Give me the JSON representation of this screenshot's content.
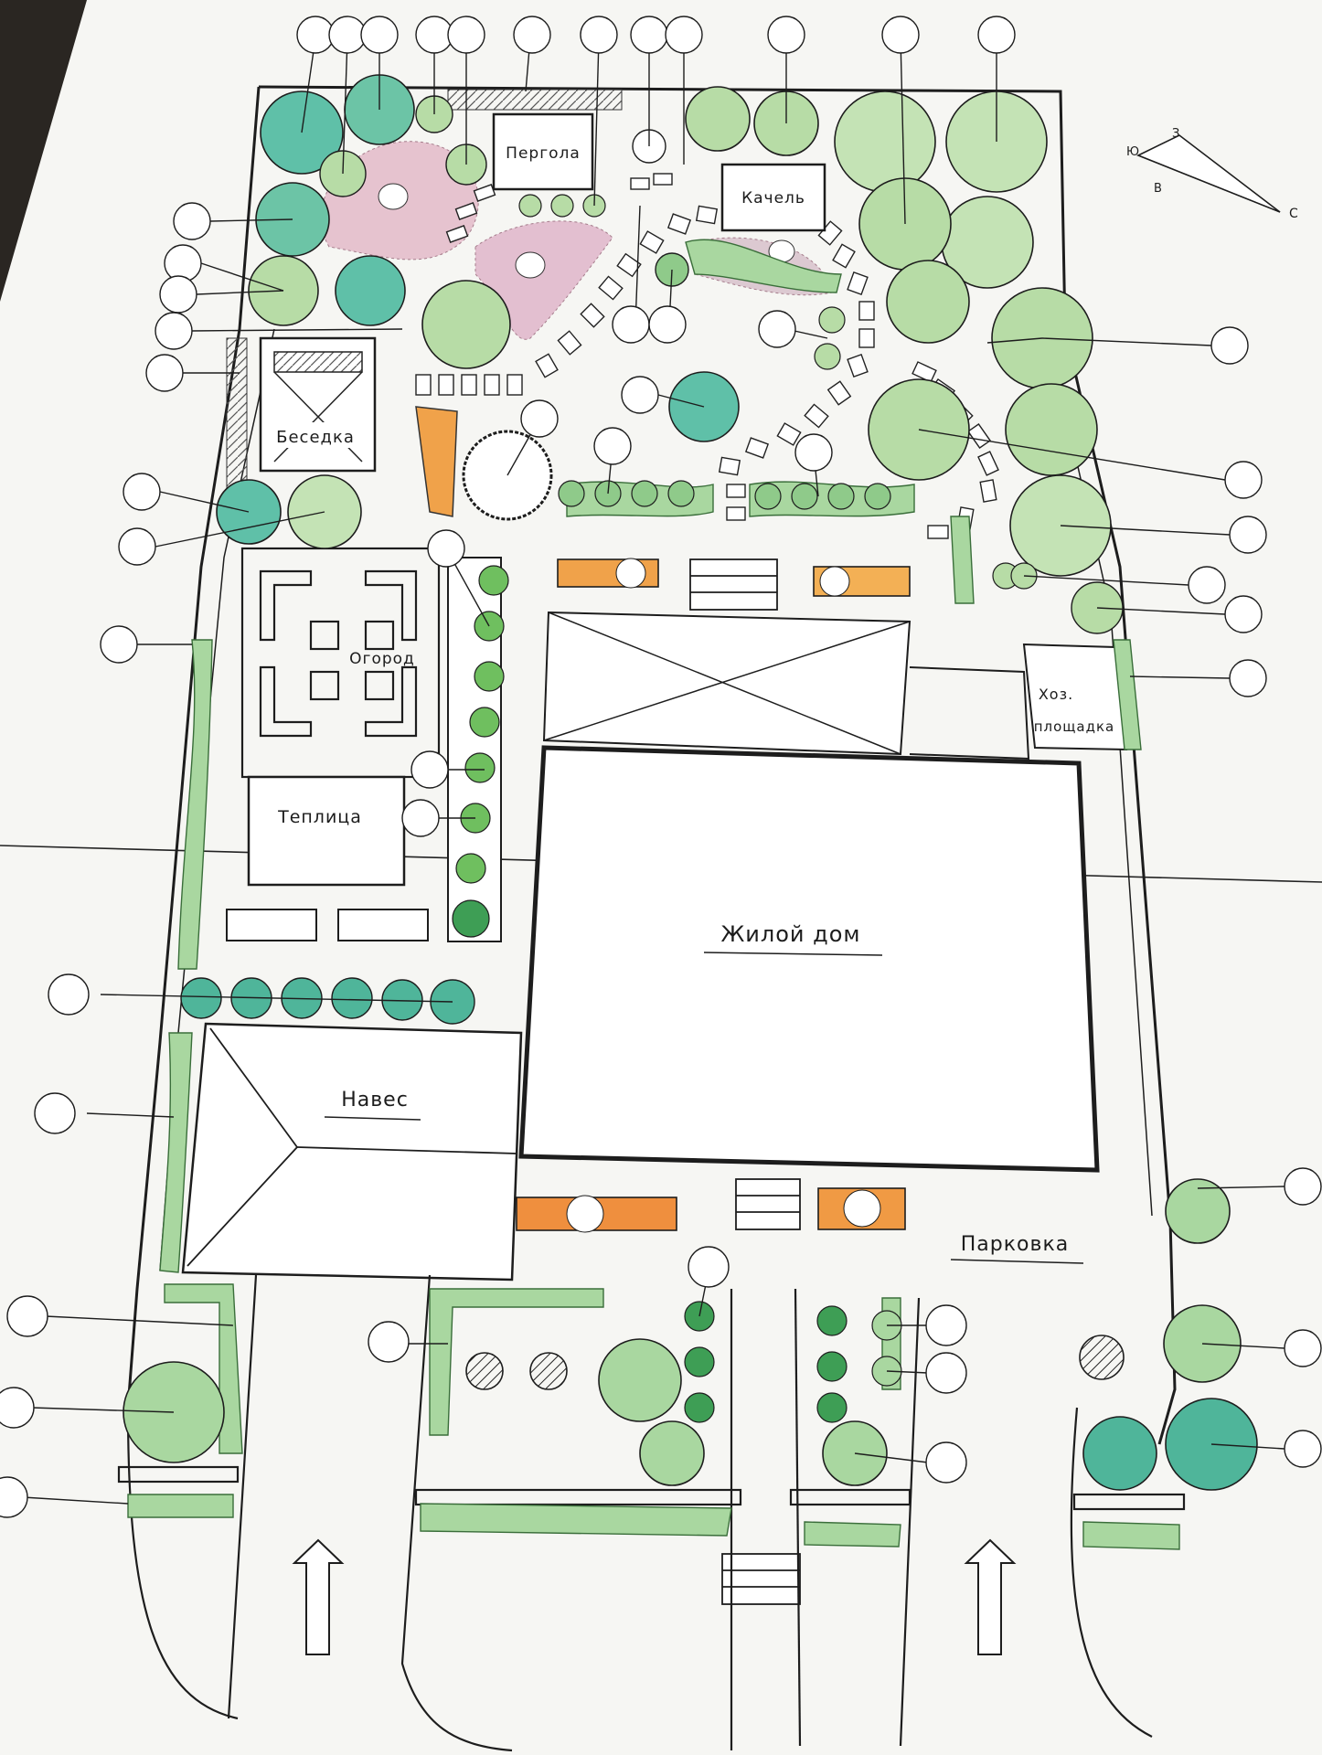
{
  "labels": {
    "pergola": "Пергола",
    "swing": "Качель",
    "gazebo": "Беседка",
    "garden": "Огород",
    "greenhouse": "Теплица",
    "house": "Жилой дом",
    "canopy": "Навес",
    "parking": "Парковка",
    "utility_line1": "Хоз.",
    "utility_line2": "площадка"
  },
  "north_arrow": {
    "a": "З",
    "b": "Ю",
    "c": "В",
    "d": "С"
  },
  "colors": {
    "paper": "#f6f6f3",
    "ink": "#1d1d1d",
    "light_green": "#b7dca6",
    "mid_green": "#8fca8a",
    "teal": "#5fc0a8",
    "dark_green": "#3e9e55",
    "pink_bed": "#e6c3cf",
    "orange_bed": "#f0a24a"
  }
}
